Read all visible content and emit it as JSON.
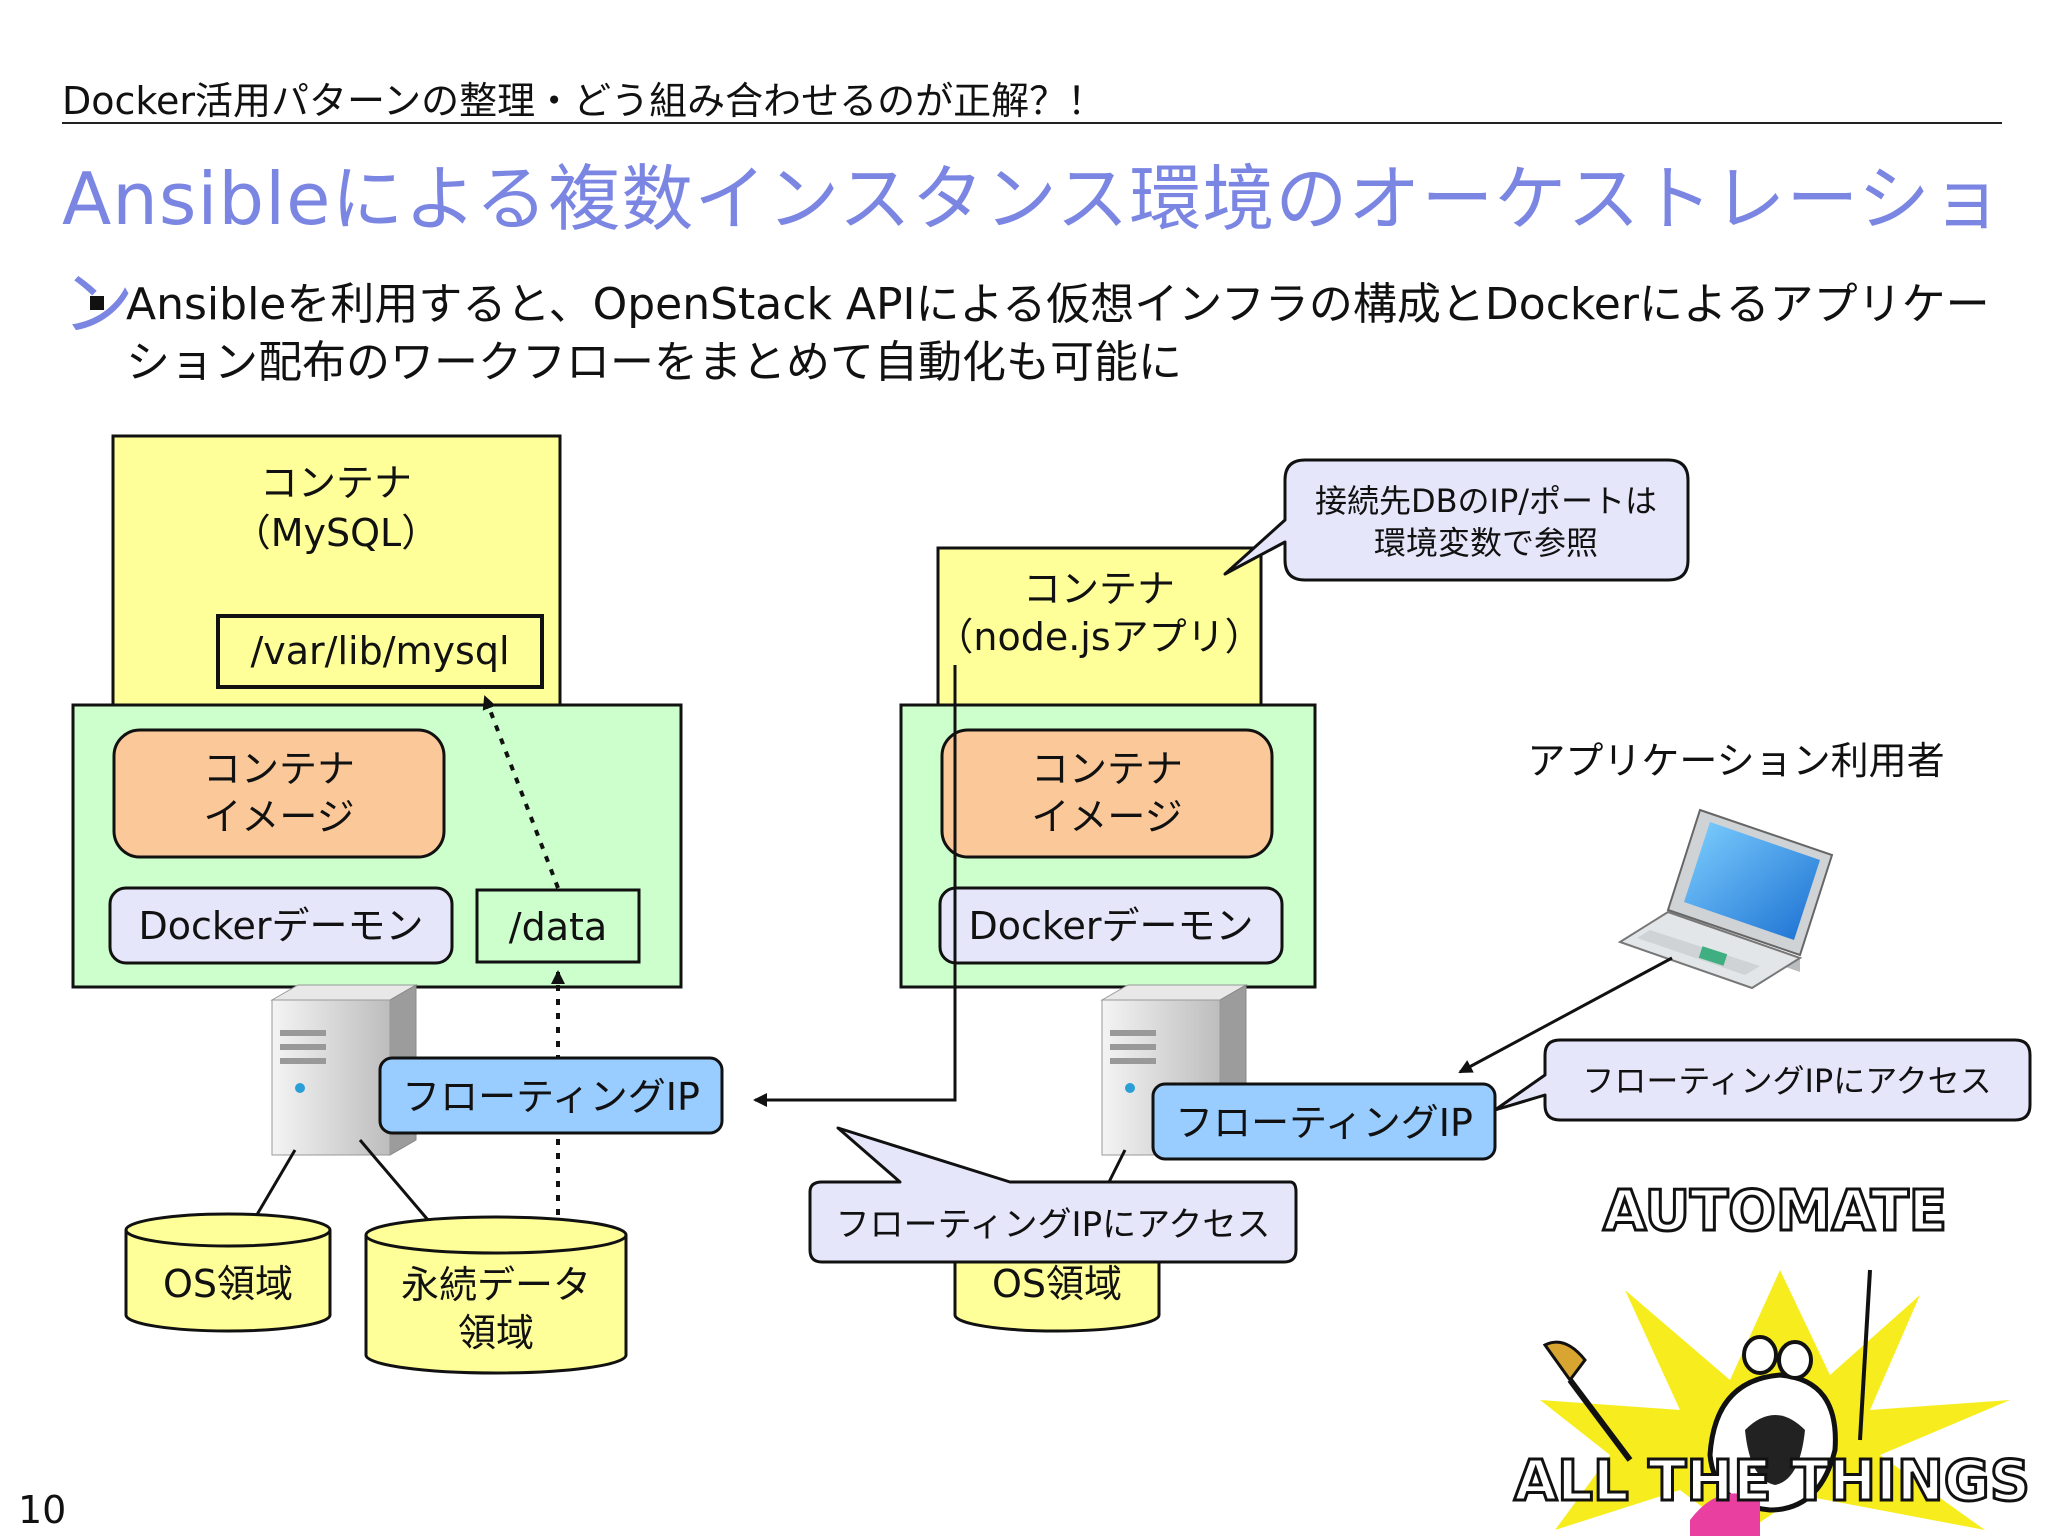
{
  "header": {
    "text": "Docker活用パターンの整理・どう組み合わせるのが正解？！"
  },
  "title": "Ansibleによる複数インスタンス環境のオーケストレーション",
  "bullet": {
    "text": "Ansibleを利用すると、OpenStack APIによる仮想インフラの構成とDockerによるアプリケーション配布のワークフローをまとめて自動化も可能に"
  },
  "left": {
    "container_line1": "コンテナ",
    "container_line2": "（MySQL）",
    "mount_path": "/var/lib/mysql",
    "image_line1": "コンテナ",
    "image_line2": "イメージ",
    "daemon": "Dockerデーモン",
    "data_dir": "/data",
    "floating_ip": "フローティングIP",
    "os_area": "OS領域",
    "persistent_line1": "永続データ",
    "persistent_line2": "領域"
  },
  "right": {
    "container_line1": "コンテナ",
    "container_line2": "（node.jsアプリ）",
    "image_line1": "コンテナ",
    "image_line2": "イメージ",
    "daemon": "Dockerデーモン",
    "floating_ip": "フローティングIP",
    "os_area": "OS領域"
  },
  "callouts": {
    "db_env_line1": "接続先DBのIP/ポートは",
    "db_env_line2": "環境変数で参照",
    "access_right": "フローティングIPにアクセス",
    "access_bottom": "フローティングIPにアクセス"
  },
  "user_label": "アプリケーション利用者",
  "meme": {
    "top": "AUTOMATE",
    "bottom": "ALL THE THINGS"
  },
  "colors": {
    "title": "#7b86e3",
    "container_yellow": "#ffff99",
    "host_green": "#ccffcc",
    "image_orange": "#fbc999",
    "daemon_lavender": "#e6e6fa",
    "floating_blue": "#99ccff",
    "callout": "#e6e6fa"
  },
  "page_number": "10"
}
